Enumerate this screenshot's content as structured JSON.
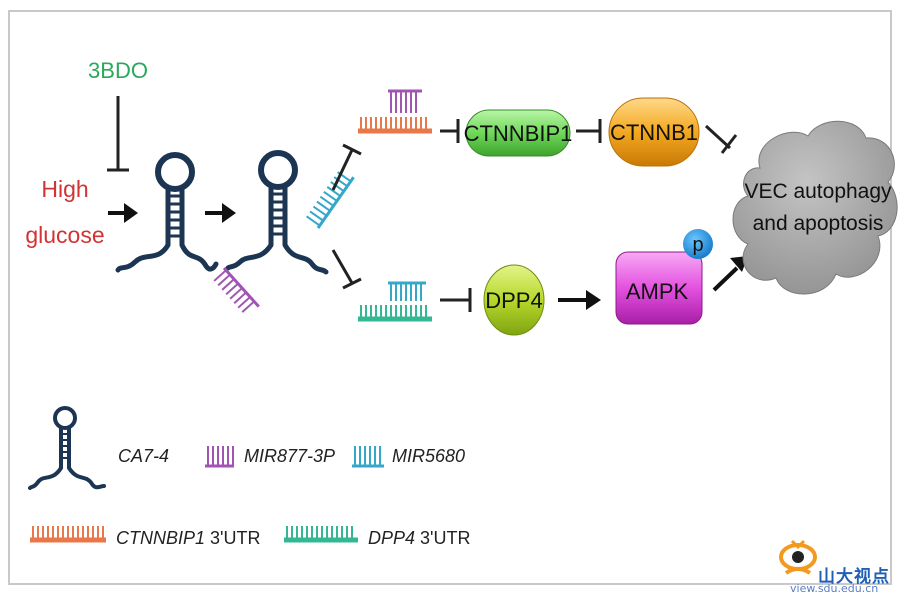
{
  "colors": {
    "inhibitor_3bdo": "#2aa85c",
    "high_glucose": "#d03434",
    "rna": "#1c3552",
    "mir877": "#a055b3",
    "mir5680": "#35a7c9",
    "ctnnbip1_utr": "#e8784a",
    "dpp4_utr": "#34b894",
    "ctnnbip1_node": "#6fd85a",
    "ctnnb1_node": "#f3a820",
    "dpp4_node": "#b6d82b",
    "ampk_node": "#e451e0",
    "phospho": "#1a90df",
    "outcome_cloud": "#999999"
  },
  "labels": {
    "inhibitor": "3BDO",
    "stimulus_line1": "High",
    "stimulus_line2": "glucose",
    "ctnnbip1": "CTNNBIP1",
    "ctnnb1": "CTNNB1",
    "dpp4": "DPP4",
    "ampk": "AMPK",
    "phospho": "p",
    "outcome_line1": "VEC autophagy",
    "outcome_line2": "and apoptosis"
  },
  "legend": [
    {
      "icon": "hairpin",
      "label": "CA7-4",
      "suffix": ""
    },
    {
      "icon": "mir877",
      "label": "MIR877-3P",
      "suffix": ""
    },
    {
      "icon": "mir5680",
      "label": "MIR5680",
      "suffix": ""
    },
    {
      "icon": "ctnnbip1-utr",
      "label": "CTNNBIP1",
      "suffix": " 3'UTR"
    },
    {
      "icon": "dpp4-utr",
      "label": "DPP4",
      "suffix": " 3'UTR"
    }
  ],
  "watermark": {
    "text": "山大视点",
    "url": "view.sdu.edu.cn"
  }
}
